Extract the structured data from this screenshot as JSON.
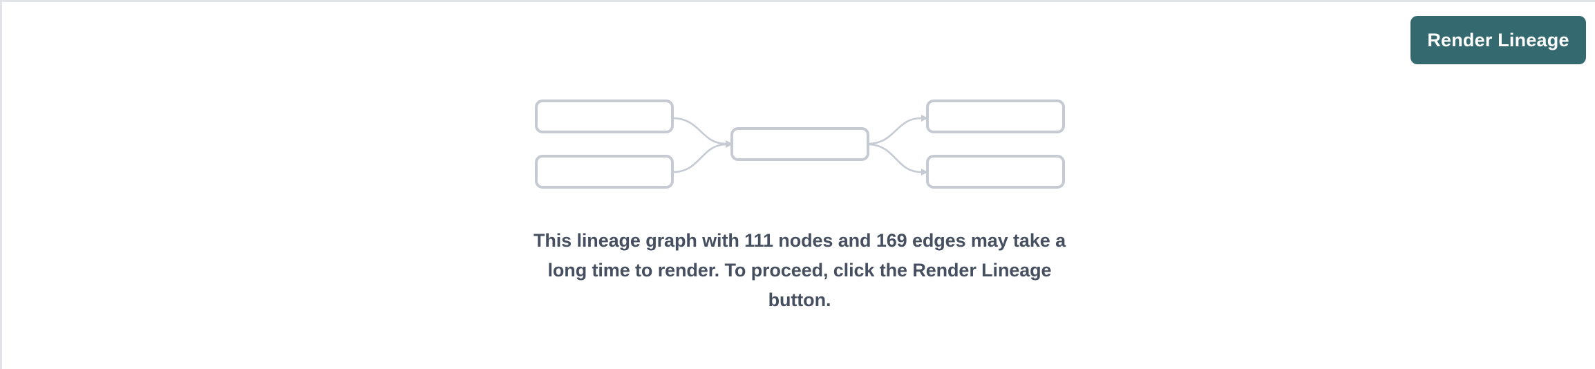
{
  "toolbar": {
    "render_lineage_label": "Render Lineage"
  },
  "empty_state": {
    "message": "This lineage graph with 111 nodes and 169 edges may take a long time to render. To proceed, click the Render Lineage button.",
    "node_count": 111,
    "edge_count": 169,
    "placeholder_graph": {
      "upstream_nodes": [
        "",
        ""
      ],
      "center_node": "",
      "downstream_nodes": [
        "",
        ""
      ]
    }
  },
  "colors": {
    "accent": "#33696f",
    "accent_text": "#ffffff",
    "message_text": "#454f60",
    "node_stroke": "#c5cad3",
    "node_fill": "#ffffff",
    "frame_border": "#e2e4e9",
    "page_background": "#ffffff"
  }
}
